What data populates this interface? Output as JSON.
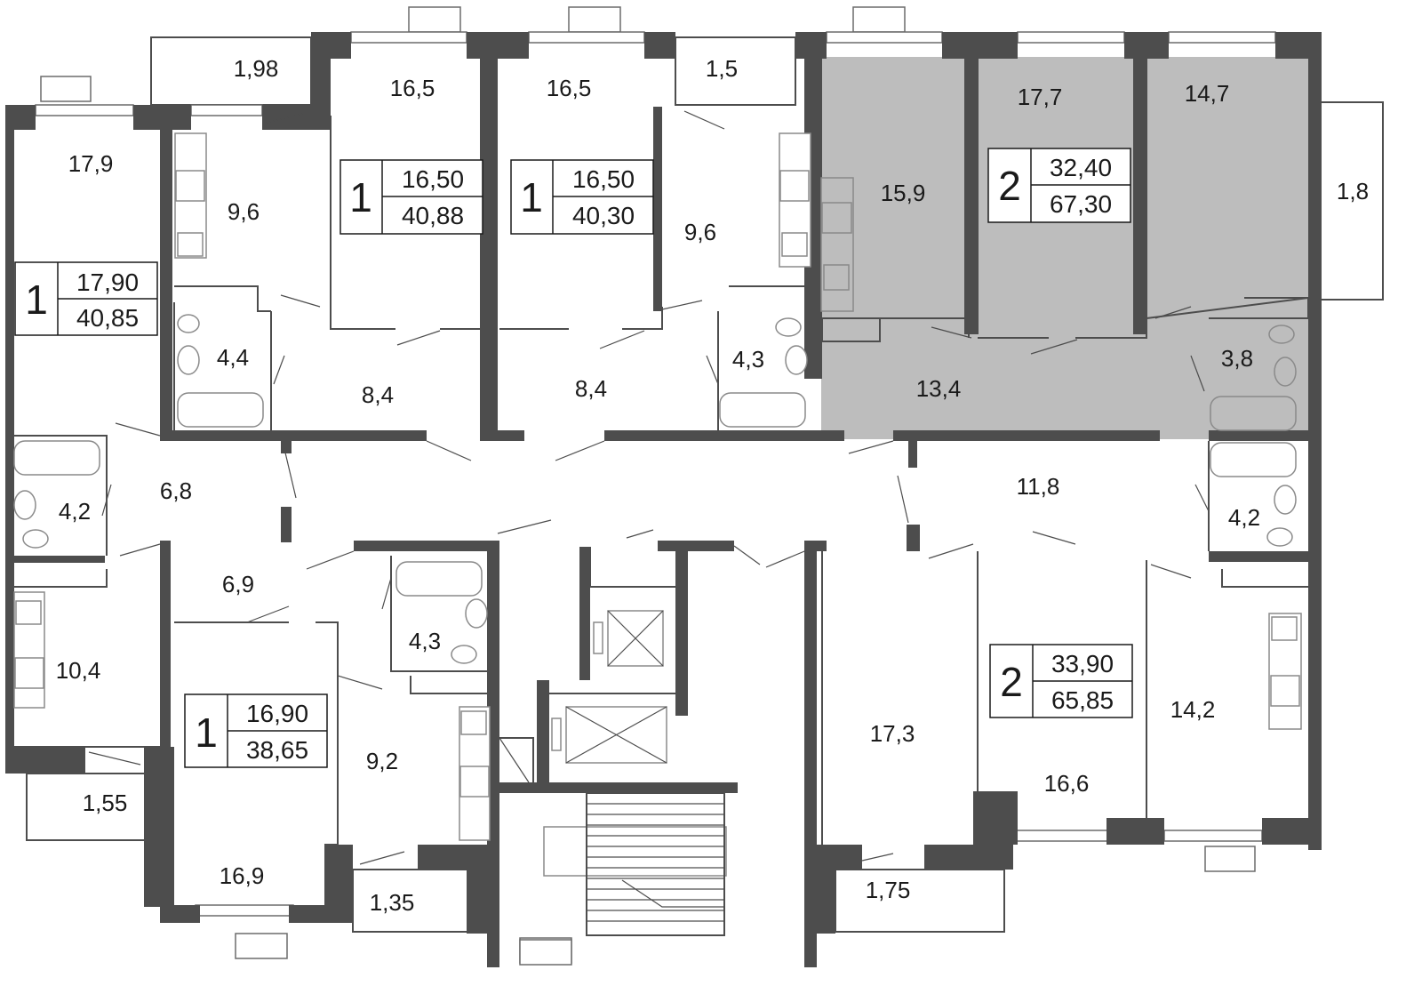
{
  "rooms": {
    "r_17_9": "17,9",
    "r_1_98": "1,98",
    "r_9_6_a": "9,6",
    "r_16_5_a": "16,5",
    "r_16_5_b": "16,5",
    "r_1_5": "1,5",
    "r_9_6_b": "9,6",
    "r_15_9": "15,9",
    "r_17_7": "17,7",
    "r_14_7": "14,7",
    "r_1_8": "1,8",
    "r_4_4": "4,4",
    "r_8_4_a": "8,4",
    "r_8_4_b": "8,4",
    "r_4_3_a": "4,3",
    "r_13_4": "13,4",
    "r_3_8": "3,8",
    "r_4_2_a": "4,2",
    "r_6_8": "6,8",
    "r_11_8": "11,8",
    "r_4_2_b": "4,2",
    "r_6_9": "6,9",
    "r_4_3_b": "4,3",
    "r_10_4": "10,4",
    "r_9_2": "9,2",
    "r_17_3": "17,3",
    "r_14_2": "14,2",
    "r_16_6": "16,6",
    "r_1_55": "1,55",
    "r_16_9": "16,9",
    "r_1_35": "1,35",
    "r_1_75": "1,75"
  },
  "apartments": [
    {
      "rooms": "1",
      "living": "17,90",
      "total": "40,85"
    },
    {
      "rooms": "1",
      "living": "16,50",
      "total": "40,88"
    },
    {
      "rooms": "1",
      "living": "16,50",
      "total": "40,30"
    },
    {
      "rooms": "2",
      "living": "32,40",
      "total": "67,30"
    },
    {
      "rooms": "1",
      "living": "16,90",
      "total": "38,65"
    },
    {
      "rooms": "2",
      "living": "33,90",
      "total": "65,85"
    }
  ],
  "colors": {
    "wall": "#4d4d4d",
    "highlight": "#bdbdbd",
    "background": "#ffffff",
    "text": "#1a1a1a"
  }
}
